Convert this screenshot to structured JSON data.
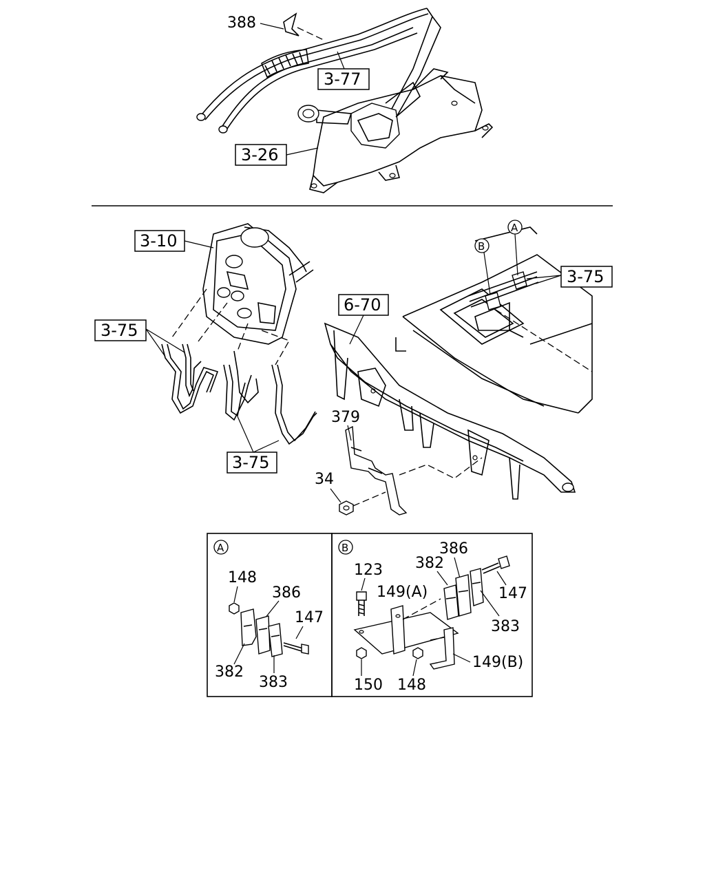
{
  "diagram": {
    "top": {
      "part_388": "388",
      "ref_3_77": "3-77",
      "ref_3_26": "3-26"
    },
    "middle": {
      "ref_3_10": "3-10",
      "ref_3_75_left": "3-75",
      "ref_3_75_bottom": "3-75",
      "ref_3_75_right": "3-75",
      "ref_6_70": "6-70",
      "part_379": "379",
      "part_34": "34",
      "marker_a": "A",
      "marker_b": "B"
    },
    "detail_a": {
      "marker": "A",
      "part_148": "148",
      "part_386": "386",
      "part_147": "147",
      "part_382": "382",
      "part_383": "383"
    },
    "detail_b": {
      "marker": "B",
      "part_123": "123",
      "part_382": "382",
      "part_386": "386",
      "part_147": "147",
      "part_149a": "149(A)",
      "part_383": "383",
      "part_149b": "149(B)",
      "part_150": "150",
      "part_148": "148"
    }
  }
}
